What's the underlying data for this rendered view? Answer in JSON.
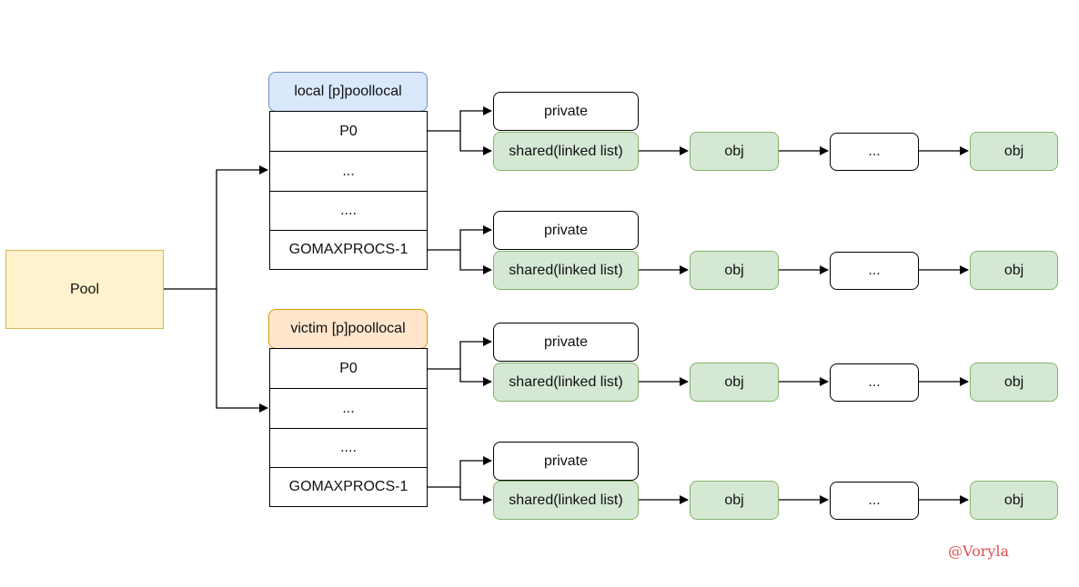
{
  "pool": {
    "label": "Pool"
  },
  "local": {
    "header": "local [p]poollocal",
    "cells": [
      "P0",
      "...",
      "....",
      "GOMAXPROCS-1"
    ]
  },
  "victim": {
    "header": "victim [p]poollocal",
    "cells": [
      "P0",
      "...",
      "....",
      "GOMAXPROCS-1"
    ]
  },
  "chain": {
    "private": "private",
    "shared": "shared(linked list)",
    "obj": "obj",
    "ellipsis": "..."
  },
  "watermark": "@Voryla",
  "colors": {
    "pool_fill": "#fff2cc",
    "local_header_fill": "#dae8fc",
    "victim_header_fill": "#ffe6cc",
    "shared_fill": "#d5e8d4",
    "watermark": "#e05050"
  }
}
